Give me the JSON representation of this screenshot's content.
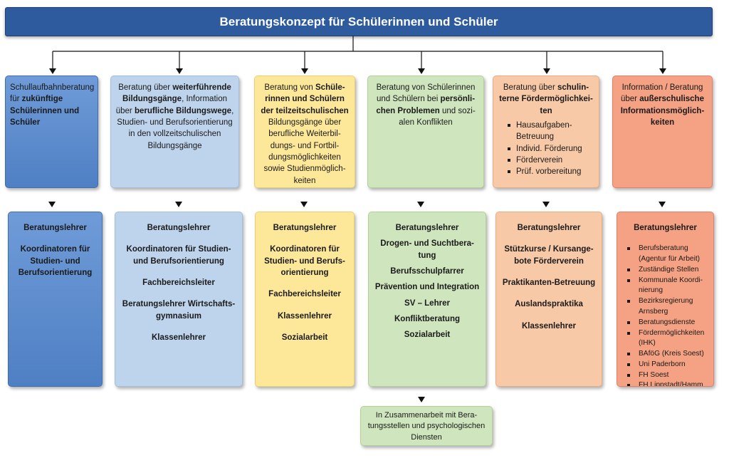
{
  "title": "Beratungskonzept für Schülerinnen und Schüler",
  "top_boxes": [
    {
      "parts": [
        {
          "t": "Schullaufbahnberatung für ",
          "b": false
        },
        {
          "t": "zukünftige Schüle­rinnen und Schüler",
          "b": true
        }
      ]
    },
    {
      "parts": [
        {
          "t": "Beratung über ",
          "b": false
        },
        {
          "t": "weiterführende Bildungs­gänge",
          "b": true
        },
        {
          "t": ", Information über ",
          "b": false
        },
        {
          "t": "berufliche Bildungswege",
          "b": true
        },
        {
          "t": ", Studien- und Berufsorientierung in den vollzeitschulischen Bildungs­gänge",
          "b": false
        }
      ]
    },
    {
      "parts": [
        {
          "t": "Beratung von ",
          "b": false
        },
        {
          "t": "Schüle­rinnen und Schülern der teilzeitschulischen",
          "b": true
        },
        {
          "t": " Bildungsgänge über berufliche Weiterbil­dungs- und Fortbil­dungsmöglichkeiten sowie Studienmöglich­keiten",
          "b": false
        }
      ]
    },
    {
      "parts": [
        {
          "t": "Beratung von Schülerinnen und Schülern bei ",
          "b": false
        },
        {
          "t": "persönli­chen Problemen",
          "b": true
        },
        {
          "t": " und sozi­alen Konflikten",
          "b": false
        }
      ]
    },
    {
      "parts": [
        {
          "t": "Beratung über ",
          "b": false
        },
        {
          "t": "schulin­terne Fördermöglichkei­ten",
          "b": true
        }
      ],
      "bullets": [
        "Hausaufgaben-Betreuung",
        "Individ. Förderung",
        "Förderverein",
        "Prüf. vorbereitung"
      ]
    },
    {
      "parts": [
        {
          "t": "Information / Beratung über ",
          "b": false
        },
        {
          "t": "außerschulische Informationsmöglich­keiten",
          "b": true
        }
      ]
    }
  ],
  "bottom_boxes": [
    {
      "items": [
        "Beratungslehrer",
        "Koordinatoren für Stu­dien- und Berufsorien­tierung"
      ]
    },
    {
      "items": [
        "Beratungslehrer",
        "Koordinatoren für Studien- und Berufsorientierung",
        "Fachbereichsleiter",
        "Beratungslehrer Wirtschafts­gymnasium",
        "Klassenlehrer"
      ]
    },
    {
      "items": [
        "Beratungslehrer",
        "Koordinatoren für Studien- und Berufs­orientierung",
        "Fachbereichsleiter",
        "Klassenlehrer",
        "Sozialarbeit"
      ]
    },
    {
      "items": [
        "Beratungslehrer",
        "Drogen- und Suchtbera­tung",
        "Berufsschulpfarrer",
        "Prävention und Integra­tion",
        "SV – Lehrer",
        "Konfliktberatung",
        "Sozialarbeit"
      ]
    },
    {
      "items": [
        "Beratungslehrer",
        "Stützkurse / Kursange­bote Förderverein",
        "Praktikanten-Betreuung",
        "Auslandspraktika",
        "Klassenlehrer"
      ]
    },
    {
      "items": [
        "Beratungslehrer"
      ],
      "bullets": [
        "Berufsberatung (Agentur für Arbeit)",
        "Zuständige Stellen",
        "Kommunale Koordi­nierung",
        "Bezirksregierung Arnsberg",
        "Beratungsdienste",
        "Fördermöglichkeiten (IHK)",
        "BAföG (Kreis Soest)",
        "Uni Paderborn",
        "FH Soest",
        "FH Lippstadt/Hamm"
      ]
    }
  ],
  "extra_box": "In Zusammenarbeit mit Bera­tungsstellen und psychologi­schen Diensten"
}
